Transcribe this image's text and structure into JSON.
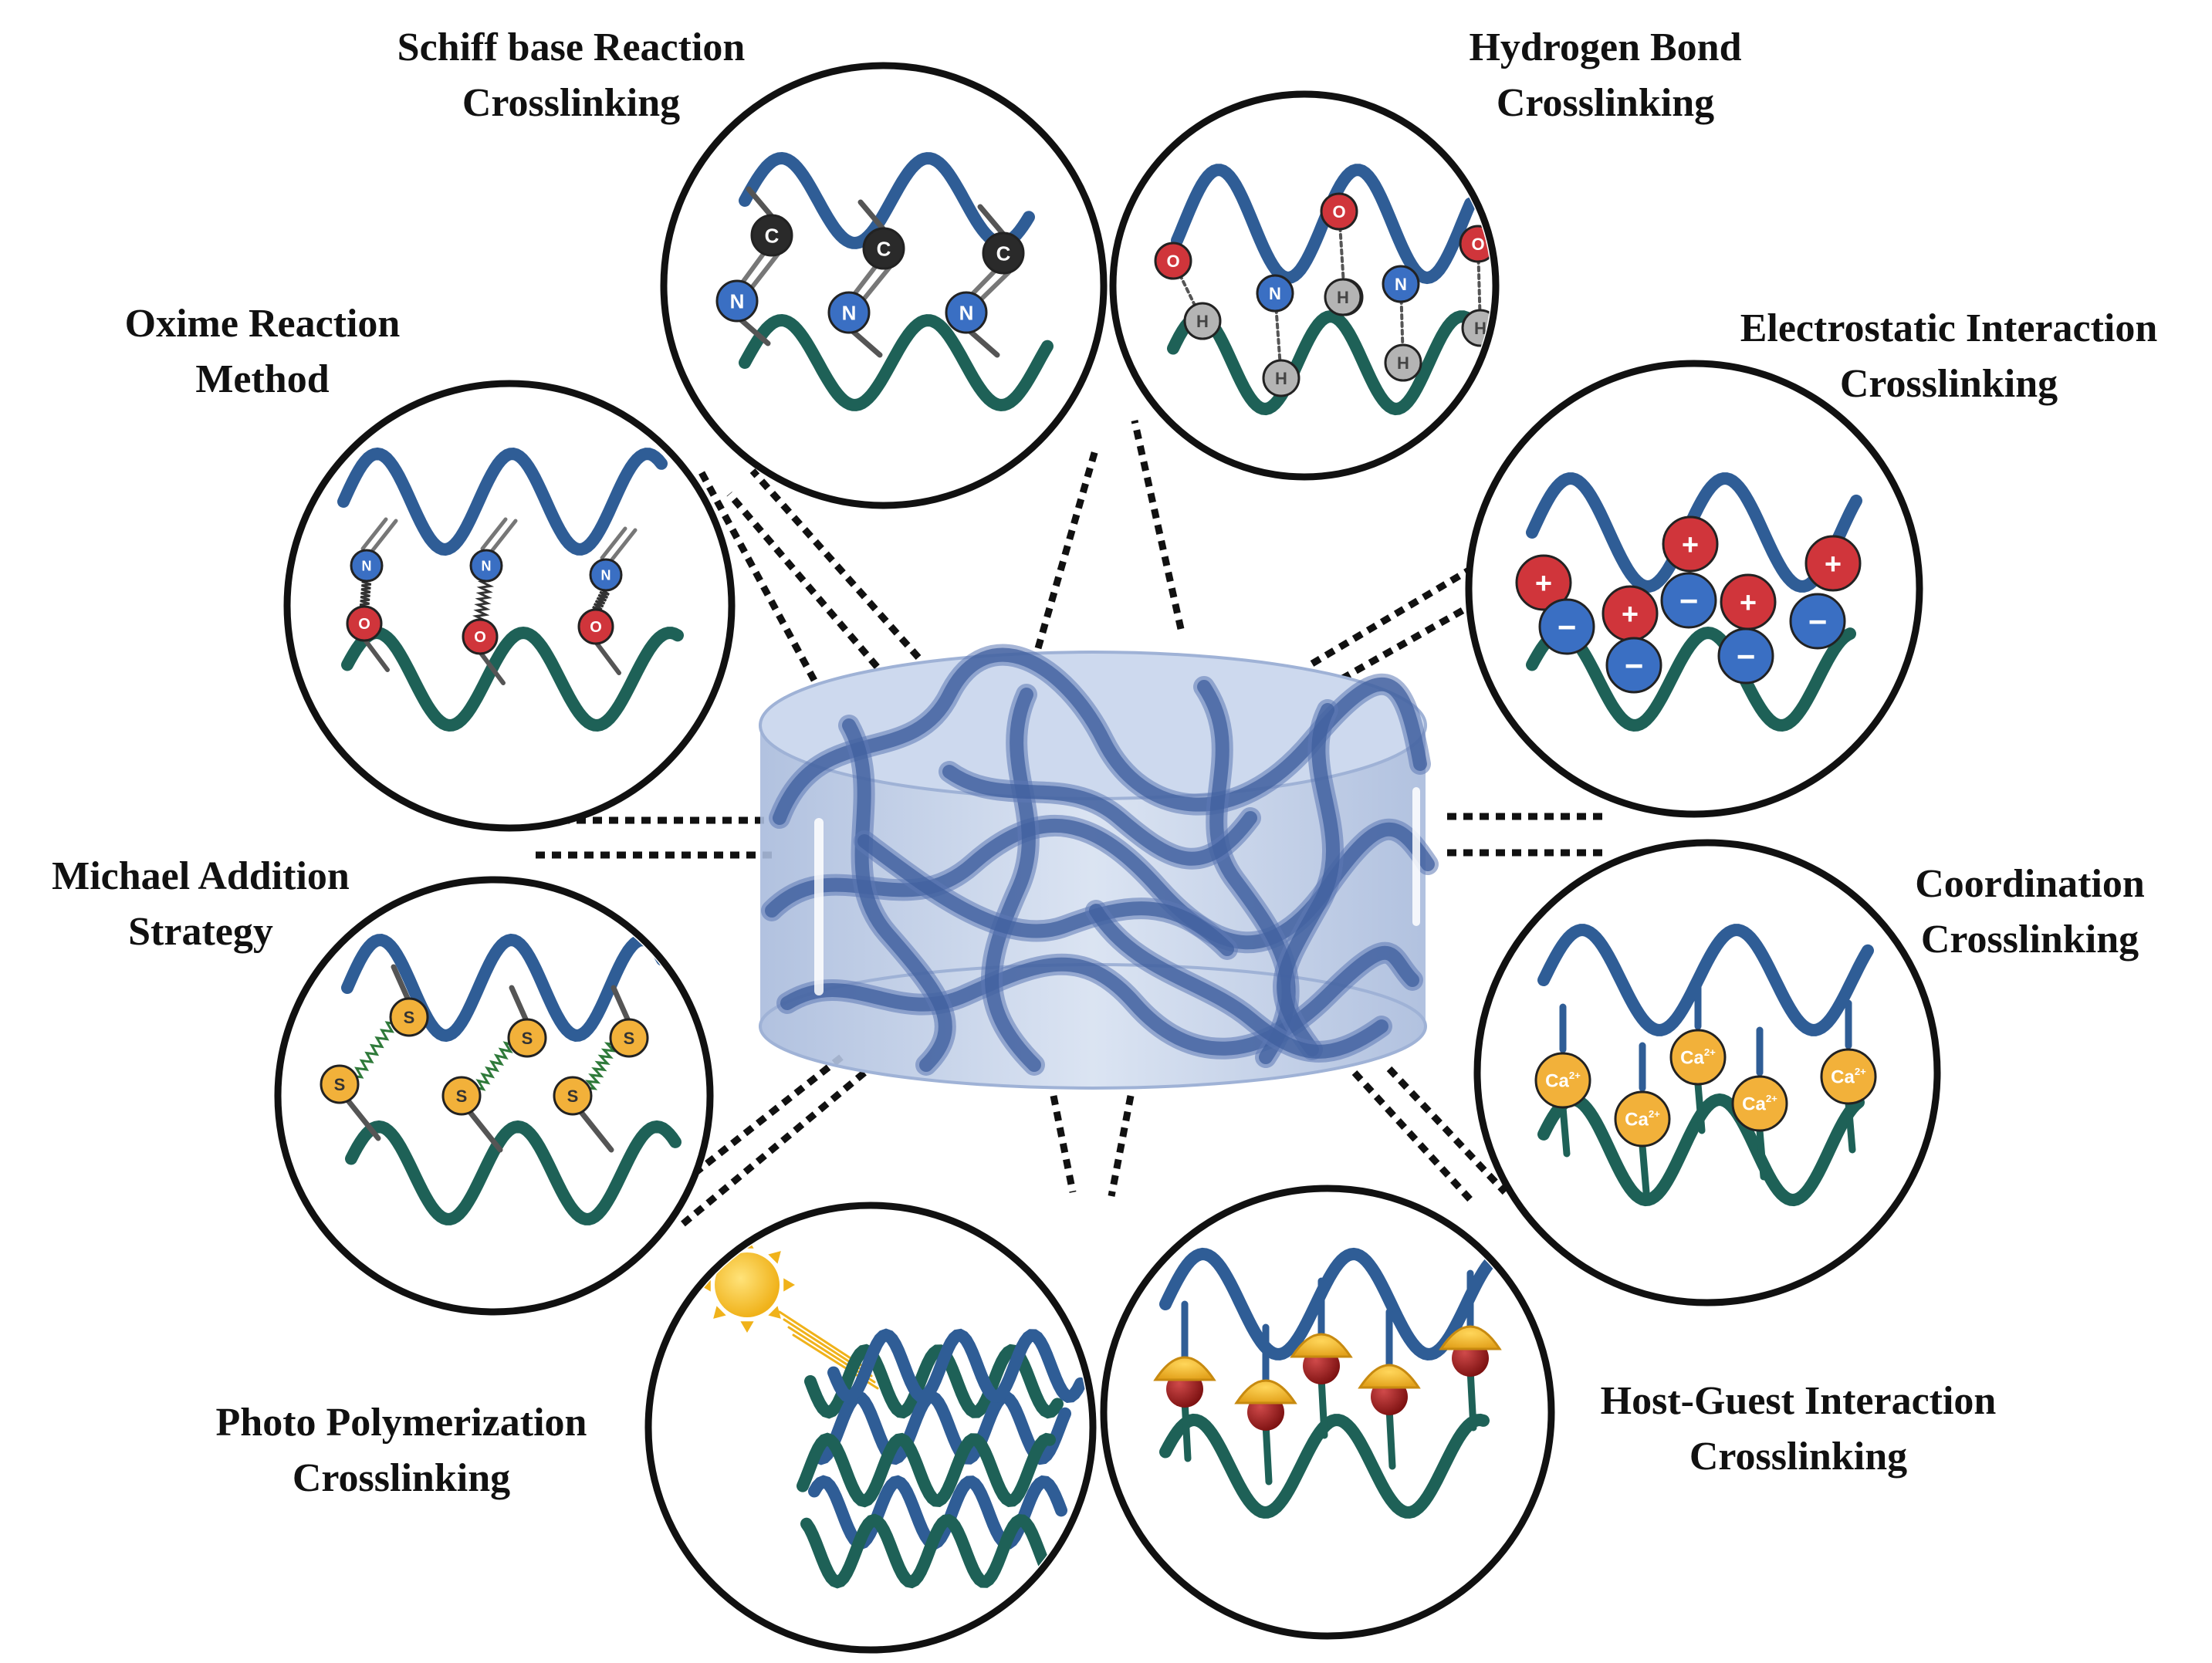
{
  "colors": {
    "top_chain": "#2f5d96",
    "bottom_chain": "#1e6157",
    "oxygen": "#d0353b",
    "nitrogen": "#3a6fc3",
    "carbon": "#2a2a2a",
    "hydrogen": "#b4b4b4",
    "sulfur": "#f2b13a",
    "calcium": "#f2b13a",
    "gel": "#b7c6e2",
    "gel_fiber": "#5c79b5"
  },
  "methods": [
    {
      "key": "schiff",
      "line1": "Schiff base Reaction",
      "line2": "Crosslinking",
      "icon": "schiff-base-icon"
    },
    {
      "key": "hbond",
      "line1": "Hydrogen Bond",
      "line2": "Crosslinking",
      "icon": "hydrogen-bond-icon"
    },
    {
      "key": "electro",
      "line1": "Electrostatic Interaction",
      "line2": "Crosslinking",
      "icon": "electrostatic-icon"
    },
    {
      "key": "coord",
      "line1": "Coordination",
      "line2": "Crosslinking",
      "icon": "coordination-icon"
    },
    {
      "key": "hostguest",
      "line1": "Host-Guest Interaction",
      "line2": "Crosslinking",
      "icon": "host-guest-icon"
    },
    {
      "key": "photo",
      "line1": "Photo Polymerization",
      "line2": "Crosslinking",
      "icon": "photo-polymerization-icon"
    },
    {
      "key": "michael",
      "line1": "Michael Addition",
      "line2": "Strategy",
      "icon": "michael-addition-icon"
    },
    {
      "key": "oxime",
      "line1": "Oxime Reaction",
      "line2": "Method",
      "icon": "oxime-reaction-icon"
    }
  ],
  "atoms": {
    "carbon": "C",
    "nitrogen": "N",
    "oxygen": "O",
    "hydrogen": "H",
    "sulfur": "S",
    "calcium": "Ca",
    "calcium_charge": "2+",
    "plus": "+",
    "minus": "−"
  }
}
